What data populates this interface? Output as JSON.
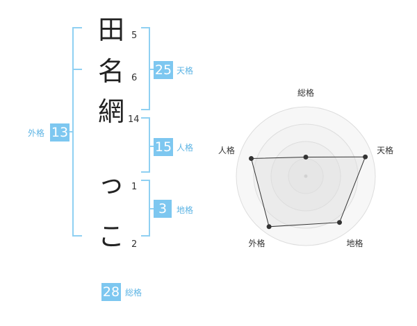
{
  "name": {
    "characters": [
      {
        "char": "田",
        "strokes": "5"
      },
      {
        "char": "名",
        "strokes": "6"
      },
      {
        "char": "網",
        "strokes": "14"
      },
      {
        "char": "っ",
        "strokes": "1"
      },
      {
        "char": "こ",
        "strokes": "2"
      }
    ]
  },
  "kakusu": {
    "tenkaku": {
      "value": "25",
      "label": "天格"
    },
    "jinkaku": {
      "value": "15",
      "label": "人格"
    },
    "chikaku": {
      "value": "3",
      "label": "地格"
    },
    "gaikaku": {
      "value": "13",
      "label": "外格"
    },
    "soukaku": {
      "value": "28",
      "label": "総格"
    }
  },
  "colors": {
    "accent": "#7dc7f0",
    "accent_text": "#5db4e4",
    "bracket": "#8fd0f2"
  },
  "chart_data": {
    "type": "radar",
    "axes": [
      "総格",
      "天格",
      "地格",
      "外格",
      "人格"
    ],
    "values": [
      1.1,
      3.6,
      3.3,
      3.6,
      3.3
    ],
    "range": [
      0,
      4
    ],
    "rings": 4,
    "grid": true
  }
}
